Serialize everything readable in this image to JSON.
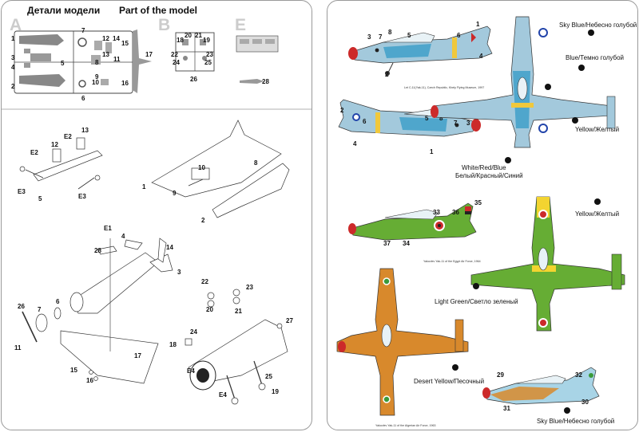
{
  "title_ru": "Детали модели",
  "title_en": "Part of the model",
  "sprue_letters": [
    "A",
    "B",
    "E"
  ],
  "part_numbers": {
    "sprue_a": [
      "1",
      "2",
      "3",
      "4",
      "5",
      "6",
      "7",
      "8",
      "9",
      "10",
      "11",
      "12",
      "13",
      "14",
      "15",
      "16",
      "17"
    ],
    "sprue_b": [
      "18",
      "19",
      "20",
      "21",
      "22",
      "23",
      "24",
      "25",
      "26"
    ],
    "part_28": "28",
    "step1": [
      "13",
      "12",
      "E2",
      "E2",
      "5",
      "E3",
      "E3"
    ],
    "step2": [
      "1",
      "2",
      "8",
      "9",
      "10"
    ],
    "step3": [
      "E1",
      "4",
      "28",
      "14",
      "3",
      "6",
      "7",
      "26",
      "11",
      "17",
      "15",
      "16"
    ],
    "step4": [
      "22",
      "20",
      "23",
      "21"
    ],
    "step5": [
      "27",
      "18",
      "24",
      "E4",
      "E4",
      "25",
      "19"
    ]
  },
  "profiles": {
    "czech": {
      "caption": "Let C-11(Yak-11), Czech Republic, Kbely Flying Museum, 1997",
      "callouts": [
        "1",
        "2",
        "3",
        "4",
        "5",
        "6",
        "7",
        "8"
      ],
      "callouts_lower": [
        "2",
        "6",
        "5",
        "8",
        "7",
        "3",
        "4",
        "1"
      ],
      "colors": {
        "light_blue": "#a3c9dc",
        "blue": "#4fa6cc",
        "yellow": "#f0c83c",
        "red": "#cc2a2a"
      }
    },
    "egypt": {
      "caption": "Yakovlev Yak-11 of the Egypt Air Force, 1964",
      "callouts": [
        "33",
        "36",
        "35",
        "37",
        "34"
      ],
      "colors": {
        "green": "#66ad34",
        "yellow": "#f3d430"
      }
    },
    "algeria": {
      "caption": "Yakovlev Yak-11 of the Algerian Air Force, 1963",
      "callouts": [
        "29",
        "32",
        "31",
        "30"
      ],
      "colors": {
        "desert": "#d8892c",
        "sky": "#a8d4e6"
      }
    }
  },
  "color_labels": {
    "sky_blue": "Sky Blue/Небесно голубой",
    "blue": "Blue/Темно голубой",
    "yellow_czech": "Yellow/Желтый",
    "white_red_blue_1": "White/Red/Blue",
    "white_red_blue_2": "Белый/Красный/Синий",
    "yellow_egypt": "Yellow/Желтый",
    "light_green": "Light Green/Светло зеленый",
    "desert_yellow": "Desert Yellow/Песочный",
    "sky_blue_algeria": "Sky Blue/Небесно голубой"
  }
}
